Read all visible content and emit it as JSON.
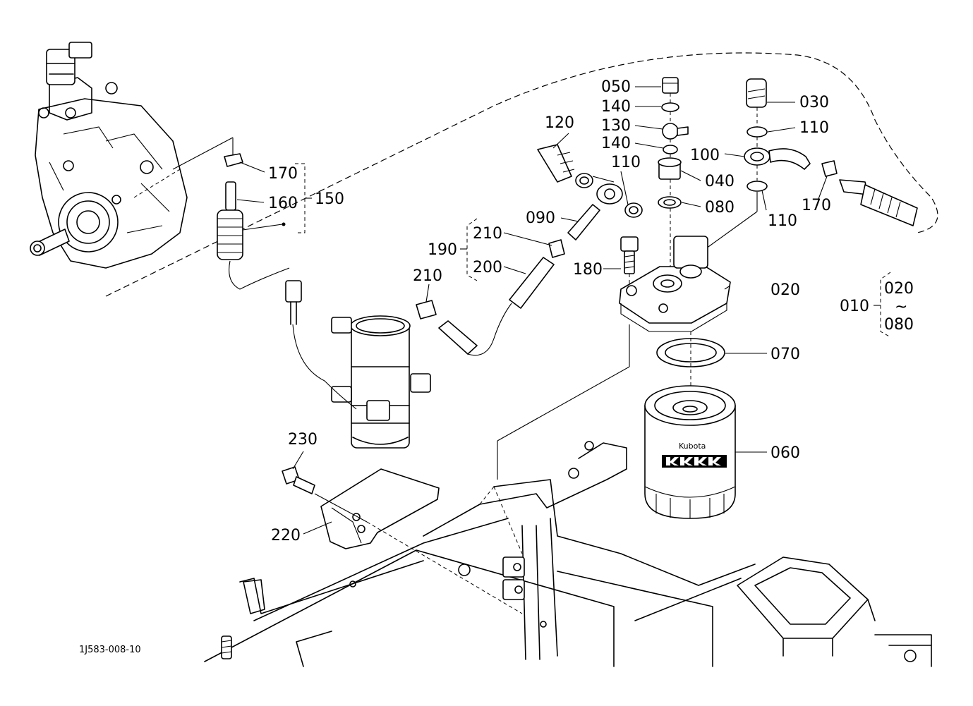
{
  "diagram_id": "1J583-008-10",
  "callouts": {
    "p050": "050",
    "p140a": "140",
    "p130": "130",
    "p140b": "140",
    "p030": "030",
    "p110a": "110",
    "p100": "100",
    "p120": "120",
    "p110b": "110",
    "p040": "040",
    "p080": "080",
    "p110c": "110",
    "p170a": "170",
    "p170b": "170",
    "p160": "160",
    "p150": "150",
    "p090": "090",
    "p210a": "210",
    "p190": "190",
    "p200": "200",
    "p210b": "210",
    "p180": "180",
    "p020": "020",
    "p070": "070",
    "p060": "060",
    "p230": "230",
    "p220": "220",
    "p010": "010",
    "range_top": "020",
    "range_tilde": "~",
    "range_bottom": "080"
  },
  "filter_brand": "Kubota"
}
